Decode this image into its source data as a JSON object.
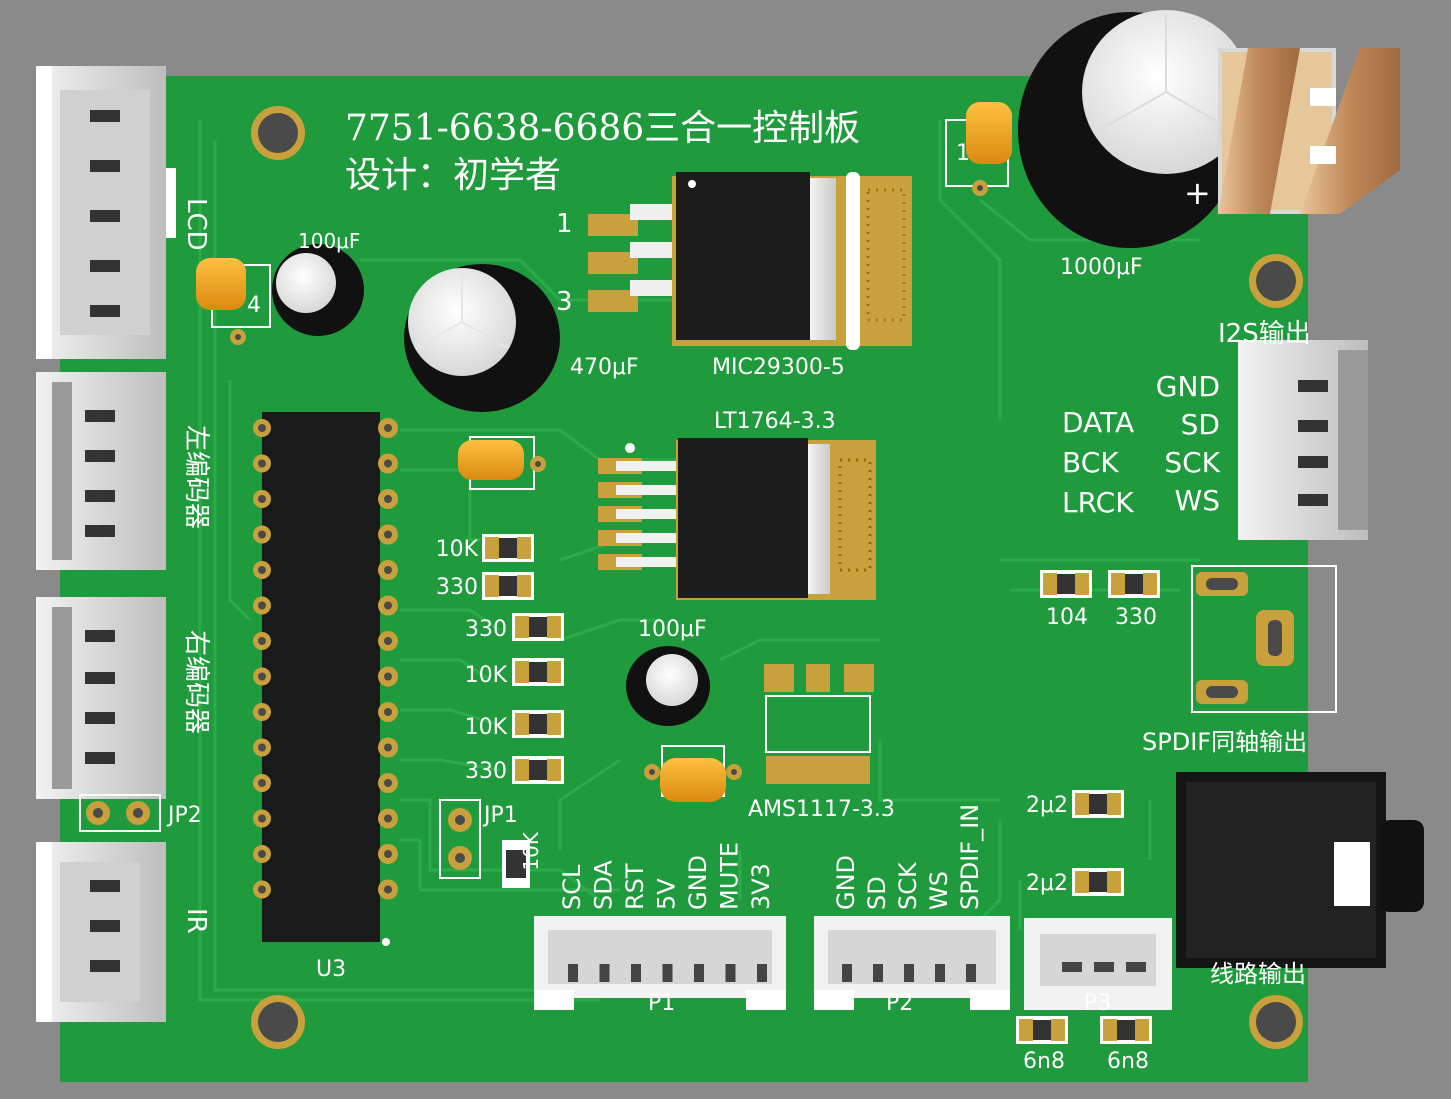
{
  "board": {
    "title_line1": "7751-6638-6686三合一控制板",
    "title_line2": "设计：初学者"
  },
  "colors": {
    "background": "#8a8a8a",
    "pcb": "#1f9a3c",
    "trace": "#23a845",
    "silkscreen": "#ffffff",
    "pad_gold": "#c8a03c",
    "ic_black": "#1c1c1c",
    "tantalum": "#f0a020"
  },
  "labels": {
    "lcd": "LCD",
    "left_encoder": "左编码器",
    "right_encoder": "右编码器",
    "ir": "IR",
    "jp2": "JP2",
    "jp1": "JP1",
    "u3": "U3",
    "cap_100uF_top": "100μF",
    "cap_470uF": "470μF",
    "cap_1000uF": "1000μF",
    "cap_100uF_mid": "100μF",
    "mic29300": "MIC29300-5",
    "lt1764": "LT1764-3.3",
    "ams1117": "AMS1117-3.3",
    "pin1": "1",
    "pin3": "3",
    "plus": "+",
    "i2s_out": "I2S输出",
    "spdif_out": "SPDIF同轴输出",
    "line_out": "线路输出",
    "p1": "P1",
    "p2": "P2",
    "p3": "P3",
    "c4_ref": "4",
    "c1_ref": "1"
  },
  "i2s_pins": {
    "left": [
      "DATA",
      "BCK",
      "LRCK"
    ],
    "right": [
      "GND",
      "SD",
      "SCK",
      "WS"
    ]
  },
  "resistors": [
    "10K",
    "330",
    "330",
    "10K",
    "10K",
    "330"
  ],
  "jp1_resistor": "10K",
  "spdif_parts": [
    "104",
    "330"
  ],
  "line_caps": [
    "2μ2",
    "2μ2"
  ],
  "line_filter_caps": [
    "6n8",
    "6n8"
  ],
  "p1_pins": [
    "SCL",
    "SDA",
    "RST",
    "5V",
    "GND",
    "MUTE",
    "3V3"
  ],
  "p2_pins": [
    "GND",
    "SD",
    "SCK",
    "WS",
    "SPDIF_IN"
  ]
}
